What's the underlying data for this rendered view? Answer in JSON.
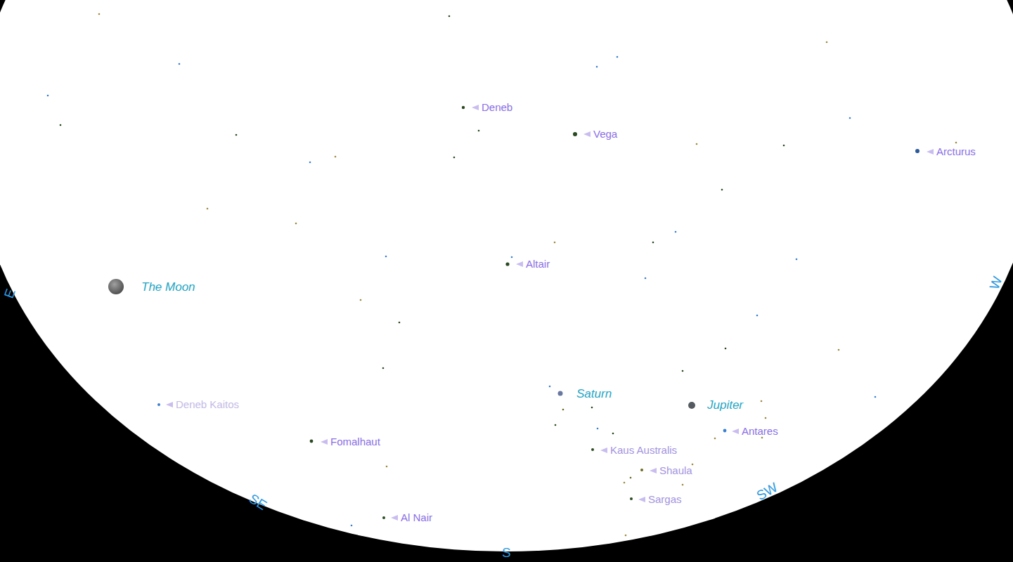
{
  "diagram": {
    "labels": [
      "Deneb",
      "Vega",
      "Arcturus",
      "Altair",
      "The Moon",
      "Deneb Kaitos",
      "Fomalhaut",
      "Saturn",
      "Jupiter",
      "Antares",
      "Kaus Australis",
      "Shaula",
      "Sargas",
      "Al Nair",
      "E",
      "SE",
      "S",
      "SW",
      "W"
    ]
  }
}
